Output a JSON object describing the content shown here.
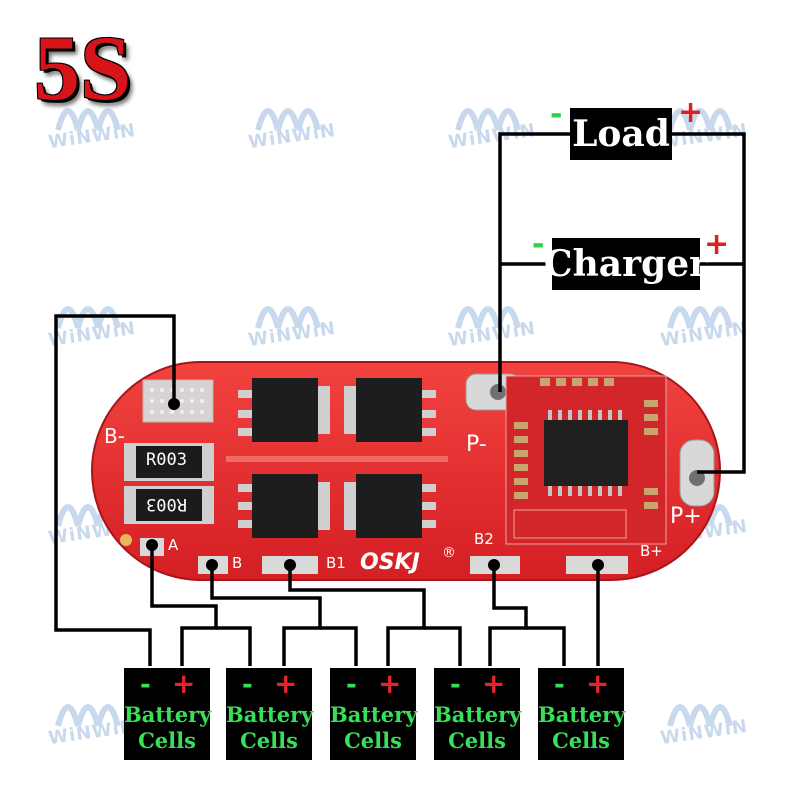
{
  "title": "5S",
  "watermark": "WiNWiN",
  "load": {
    "label": "Load",
    "minus": "-",
    "plus": "+"
  },
  "charger": {
    "label": "Charger",
    "minus": "-",
    "plus": "+"
  },
  "board": {
    "brand": "OSKJ",
    "registered": "®",
    "resistor_top": "R003",
    "resistor_bottom": "R003",
    "pads": {
      "b_minus": "B-",
      "a": "A",
      "b": "B",
      "b1": "B1",
      "b2": "B2",
      "b_plus": "B+",
      "p_minus": "P-",
      "p_plus": "P+"
    }
  },
  "cells": [
    {
      "minus": "-",
      "plus": "+",
      "line1": "Battery",
      "line2": "Cells"
    },
    {
      "minus": "-",
      "plus": "+",
      "line1": "Battery",
      "line2": "Cells"
    },
    {
      "minus": "-",
      "plus": "+",
      "line1": "Battery",
      "line2": "Cells"
    },
    {
      "minus": "-",
      "plus": "+",
      "line1": "Battery",
      "line2": "Cells"
    },
    {
      "minus": "-",
      "plus": "+",
      "line1": "Battery",
      "line2": "Cells"
    }
  ],
  "colors": {
    "board_red": "#e3262b",
    "title_red": "#d8141b",
    "terminal_green": "#38e05a",
    "terminal_red": "#e4262a",
    "watermark_blue": "#3c79c4"
  }
}
